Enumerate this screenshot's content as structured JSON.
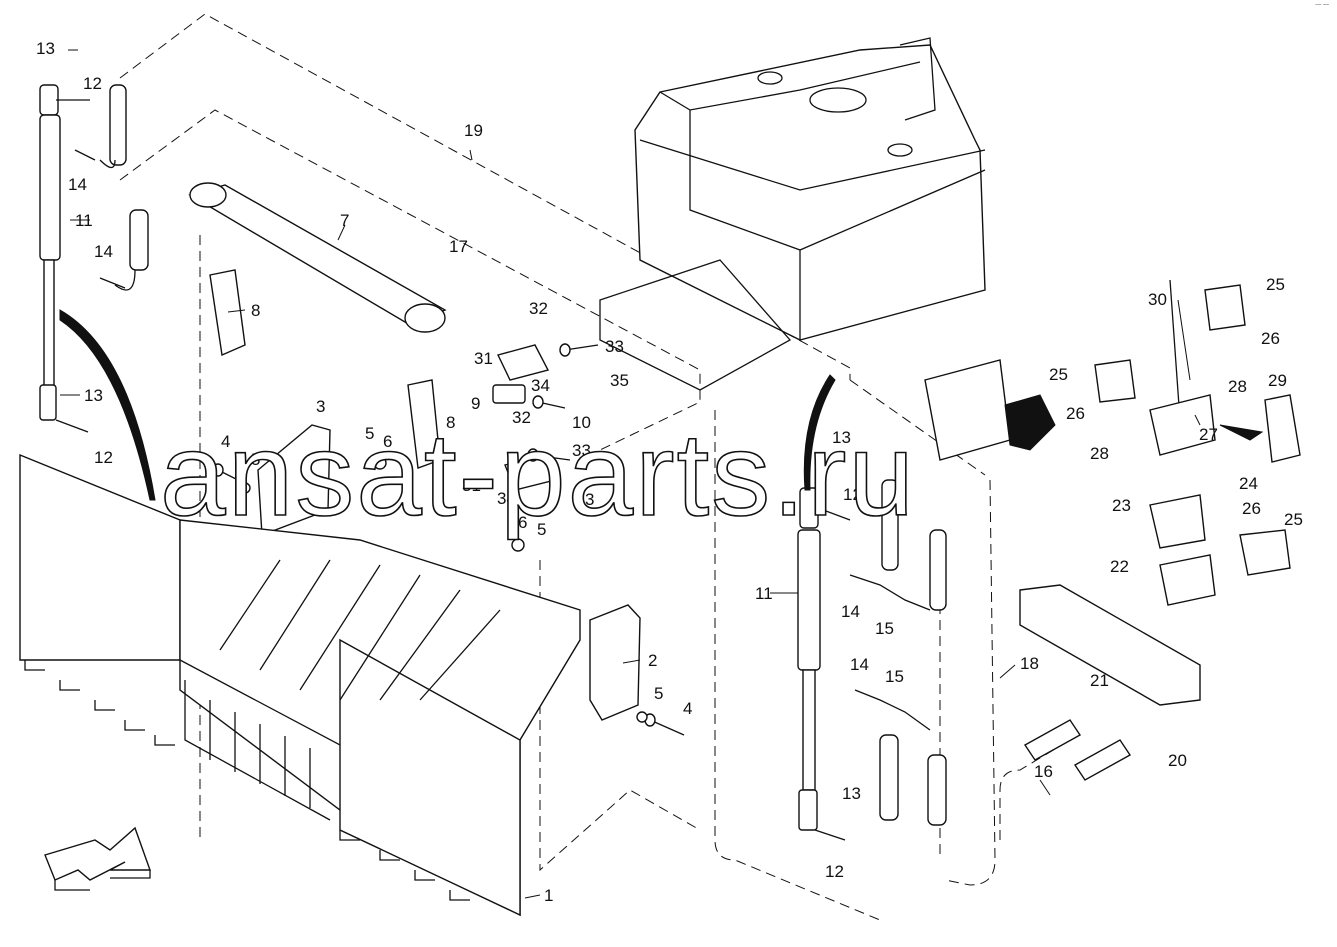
{
  "watermark": "ansat-parts.ru",
  "corner_mark": "— —",
  "callouts": [
    {
      "id": "c13a",
      "text": "13"
    },
    {
      "id": "c12a",
      "text": "12"
    },
    {
      "id": "c14a",
      "text": "14"
    },
    {
      "id": "c11a",
      "text": "11"
    },
    {
      "id": "c14b",
      "text": "14"
    },
    {
      "id": "c13b",
      "text": "13"
    },
    {
      "id": "c12b",
      "text": "12"
    },
    {
      "id": "c19",
      "text": "19"
    },
    {
      "id": "c7",
      "text": "7"
    },
    {
      "id": "c17",
      "text": "17"
    },
    {
      "id": "c8a",
      "text": "8"
    },
    {
      "id": "c32a",
      "text": "32"
    },
    {
      "id": "c31a",
      "text": "31"
    },
    {
      "id": "c33a",
      "text": "33"
    },
    {
      "id": "c34a",
      "text": "34"
    },
    {
      "id": "c35",
      "text": "35"
    },
    {
      "id": "c9",
      "text": "9"
    },
    {
      "id": "c10",
      "text": "10"
    },
    {
      "id": "c3a",
      "text": "3"
    },
    {
      "id": "c8b",
      "text": "8"
    },
    {
      "id": "c32b",
      "text": "32"
    },
    {
      "id": "c33b",
      "text": "33"
    },
    {
      "id": "c31b",
      "text": "31"
    },
    {
      "id": "c34b",
      "text": "34"
    },
    {
      "id": "c3b",
      "text": "3"
    },
    {
      "id": "c4a",
      "text": "4"
    },
    {
      "id": "c5a",
      "text": "5"
    },
    {
      "id": "c5b",
      "text": "5"
    },
    {
      "id": "c6a",
      "text": "6"
    },
    {
      "id": "c6b",
      "text": "6"
    },
    {
      "id": "c5c",
      "text": "5"
    },
    {
      "id": "c2",
      "text": "2"
    },
    {
      "id": "c5d",
      "text": "5"
    },
    {
      "id": "c4b",
      "text": "4"
    },
    {
      "id": "c1",
      "text": "1"
    },
    {
      "id": "c13c",
      "text": "13"
    },
    {
      "id": "c12c",
      "text": "12"
    },
    {
      "id": "c11b",
      "text": "11"
    },
    {
      "id": "c14c",
      "text": "14"
    },
    {
      "id": "c15a",
      "text": "15"
    },
    {
      "id": "c14d",
      "text": "14"
    },
    {
      "id": "c15b",
      "text": "15"
    },
    {
      "id": "c13d",
      "text": "13"
    },
    {
      "id": "c12d",
      "text": "12"
    },
    {
      "id": "c18",
      "text": "18"
    },
    {
      "id": "c16",
      "text": "16"
    },
    {
      "id": "c21",
      "text": "21"
    },
    {
      "id": "c20",
      "text": "20"
    },
    {
      "id": "c30",
      "text": "30"
    },
    {
      "id": "c25a",
      "text": "25"
    },
    {
      "id": "c26a",
      "text": "26"
    },
    {
      "id": "c25b",
      "text": "25"
    },
    {
      "id": "c26b",
      "text": "26"
    },
    {
      "id": "c28a",
      "text": "28"
    },
    {
      "id": "c29",
      "text": "29"
    },
    {
      "id": "c28b",
      "text": "28"
    },
    {
      "id": "c27",
      "text": "27"
    },
    {
      "id": "c24",
      "text": "24"
    },
    {
      "id": "c23",
      "text": "23"
    },
    {
      "id": "c26c",
      "text": "26"
    },
    {
      "id": "c25c",
      "text": "25"
    },
    {
      "id": "c22",
      "text": "22"
    }
  ],
  "icons": {
    "direction_arrow": "forward-arrow-icon"
  }
}
